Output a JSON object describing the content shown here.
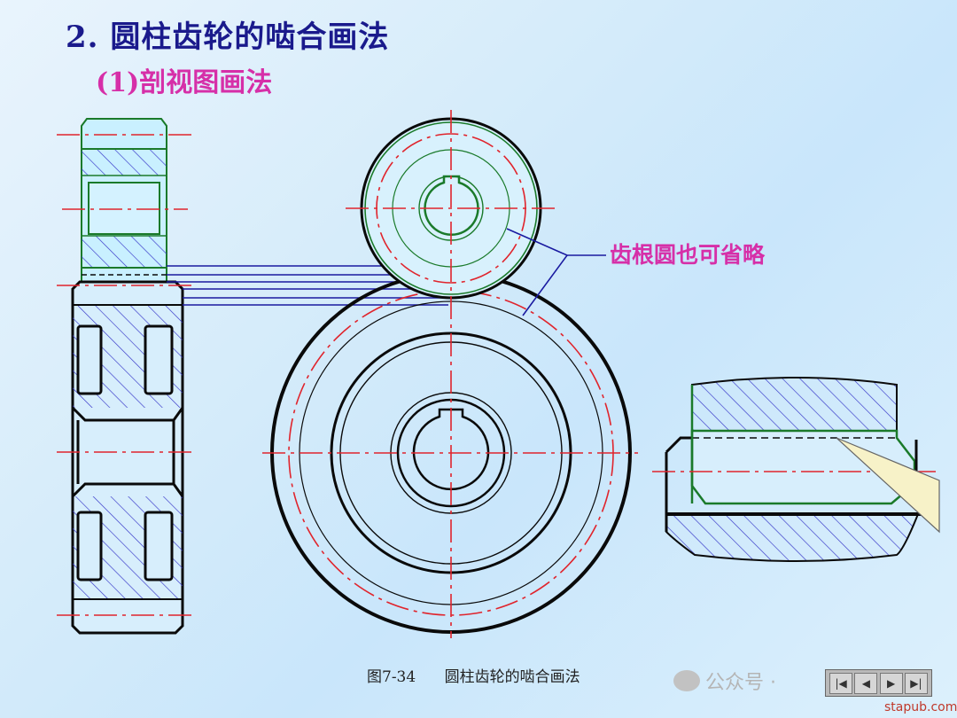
{
  "heading": "2. 圆柱齿轮的啮合画法",
  "subheading": "(1)剖视图画法",
  "callout": "齿根圆也可省略",
  "caption": "图7-34      圆柱齿轮的啮合画法",
  "watermark": "公众号 ·",
  "site": "stapub.com",
  "nav": {
    "first": "first-icon",
    "prev": "prev-icon",
    "next": "next-icon",
    "last": "last-icon"
  },
  "colors": {
    "outline": "#0a0a0a",
    "gear_outline": "#1a7a2a",
    "centerline": "#e0242c",
    "hatch": "#3535c8",
    "leader": "#1a1aa0",
    "pinion_fill": "#c9f0ff"
  }
}
